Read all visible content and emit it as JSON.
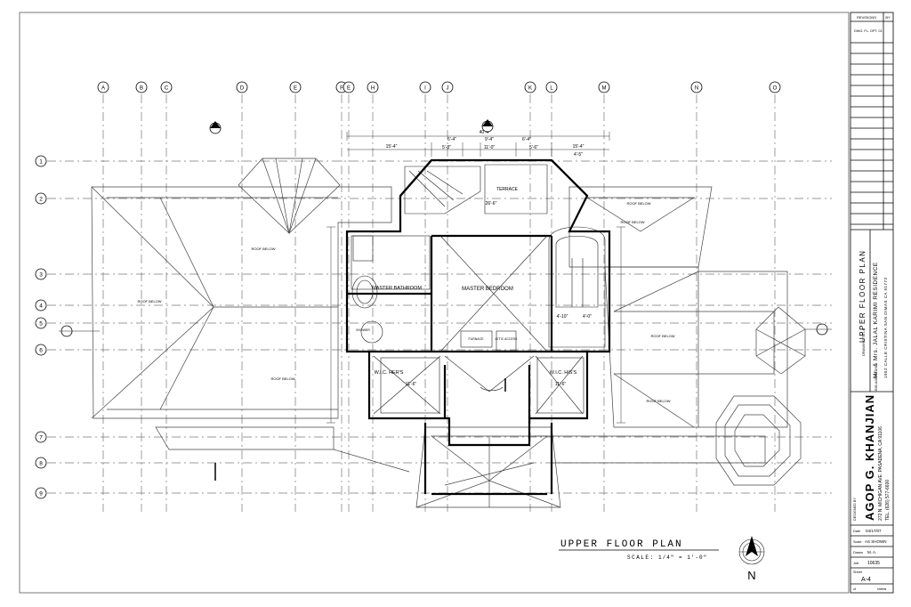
{
  "drawing": {
    "title": "UPPER FLOOR PLAN",
    "scale_label": "SCALE:",
    "scale_value": "1/4\" = 1'-0\"",
    "north_label": "N"
  },
  "grid": {
    "columns": [
      "A",
      "B",
      "C",
      "D",
      "E",
      "F",
      "E",
      "H",
      "I",
      "J",
      "K",
      "L",
      "M",
      "N",
      "O"
    ],
    "rows": [
      "1",
      "2",
      "3",
      "4",
      "5",
      "6",
      "7",
      "8",
      "9"
    ]
  },
  "rooms": {
    "master_bedroom": "MASTER BEDROOM",
    "master_bathroom": "MASTER BATHROOM",
    "wic_hers": "W.I.C. HER'S",
    "wic_his": "W.I.C. HIS'S",
    "terrace": "TERRACE",
    "shower": "SHOWER",
    "furnace": "FURNACE",
    "attic": "ATTIC ACCESS"
  },
  "roof_labels": [
    "ROOF BELOW",
    "ROOF BELOW",
    "ROOF BELOW",
    "ROOF BELOW",
    "ROOF BELOW",
    "ROOF BELOW",
    "ROOF BELOW"
  ],
  "dimensions": [
    "40'-4\"",
    "15'-4\"",
    "6'-4\"",
    "9'-4\"",
    "6'-4\"",
    "15'-4\"",
    "5'-8\"",
    "11'-0\"",
    "5'-6\"",
    "4'-5\"",
    "26'-6\"",
    "11'-6\"",
    "11'-6\"",
    "4'-10\"",
    "4'-0\""
  ],
  "title_block": {
    "revisions_header": "REVISIONS",
    "by_header": "BY",
    "revision_entry": "DWG. FL. OPT. 01",
    "drawing_title_caption": "DRAWING TITLE",
    "drawing_title": "UPPER FLOOR PLAN",
    "project_caption": "JOB ADDRESS",
    "project_name": "Mr. & Mrs. JALAL KARIMI RESIDENCE",
    "project_address": "1952 CALLE CRISTINA SAN DIMAS CA 91773",
    "designed_by_caption": "DESIGNED BY",
    "designer_name": "AGOP G. KHANJIAN",
    "designer_address": "272 N. MICHIGAN AVE. PASADENA, CA 91106",
    "designer_tel": "TEL. (626) 577-6600",
    "date_label": "Date",
    "date_value": "04/17/07",
    "scale_label": "Scale",
    "scale_value": "AS SHOWN",
    "drawn_label": "Drawn",
    "drawn_value": "M. A.",
    "job_label": "Job",
    "job_value": "10635",
    "sheet_label": "Sheet",
    "sheet_value": "A-4",
    "of_label": "of",
    "sheets_label": "sheets"
  }
}
